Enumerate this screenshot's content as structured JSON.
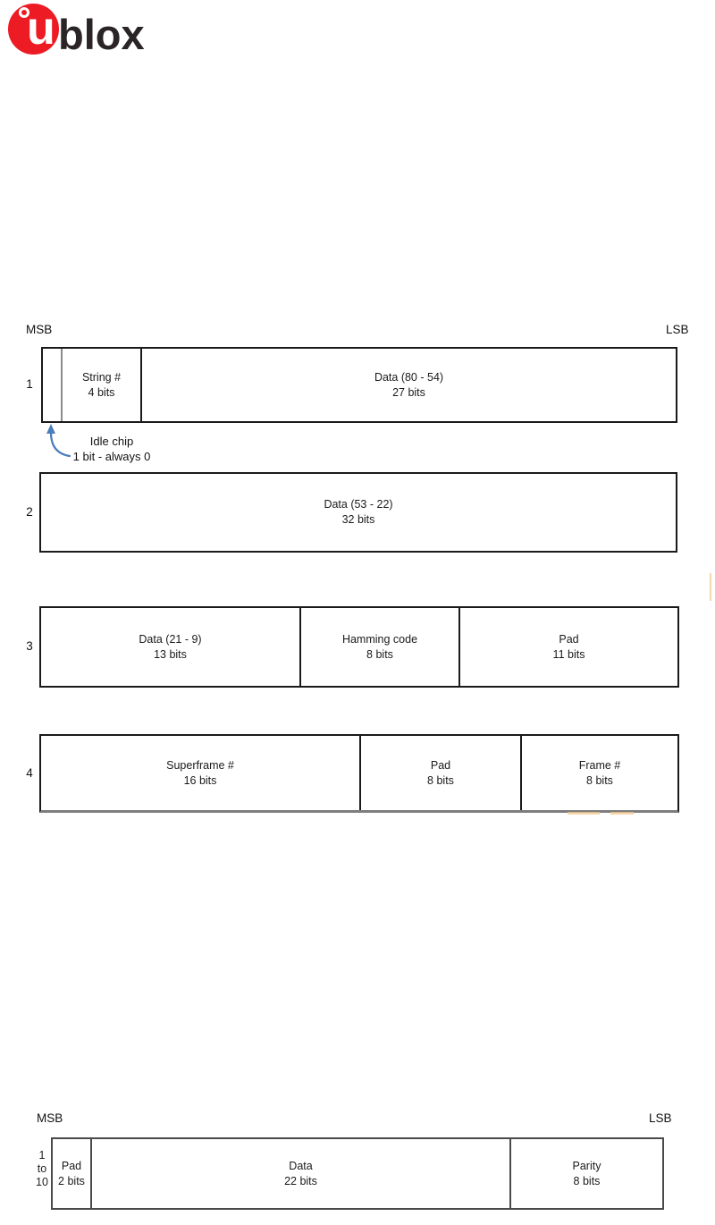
{
  "colors": {
    "red": "#ed1b24",
    "logo_text": "#2a2426",
    "border_dark": "#1a1a1a",
    "border_gray": "#7d7d7d",
    "border_gray2": "#4a4a4a",
    "divider_gray": "#8c8c8c",
    "arrow_blue": "#4a7ebb",
    "artifact": "#f3c98f"
  },
  "logo": {
    "u": "u",
    "blox": "blox"
  },
  "fig1": {
    "msb": "MSB",
    "lsb": "LSB",
    "callout": {
      "l1": "Idle chip",
      "l2": "1 bit - always 0"
    },
    "rows": [
      {
        "num": "1",
        "cells": [
          {
            "l1": "",
            "l2": ""
          },
          {
            "l1": "String #",
            "l2": "4 bits"
          },
          {
            "l1": "Data (80 - 54)",
            "l2": "27 bits"
          }
        ]
      },
      {
        "num": "2",
        "cells": [
          {
            "l1": "Data (53 - 22)",
            "l2": "32 bits"
          }
        ]
      },
      {
        "num": "3",
        "cells": [
          {
            "l1": "Data (21 - 9)",
            "l2": "13 bits"
          },
          {
            "l1": "Hamming code",
            "l2": "8 bits"
          },
          {
            "l1": "Pad",
            "l2": "11 bits"
          }
        ]
      },
      {
        "num": "4",
        "cells": [
          {
            "l1": "Superframe #",
            "l2": "16 bits"
          },
          {
            "l1": "Pad",
            "l2": "8 bits"
          },
          {
            "l1": "Frame #",
            "l2": "8 bits"
          }
        ]
      }
    ]
  },
  "fig2": {
    "msb": "MSB",
    "lsb": "LSB",
    "row_label": {
      "l1": "1",
      "l2": "to",
      "l3": "10"
    },
    "cells": [
      {
        "l1": "Pad",
        "l2": "2 bits"
      },
      {
        "l1": "Data",
        "l2": "22 bits"
      },
      {
        "l1": "Parity",
        "l2": "8 bits"
      }
    ]
  }
}
